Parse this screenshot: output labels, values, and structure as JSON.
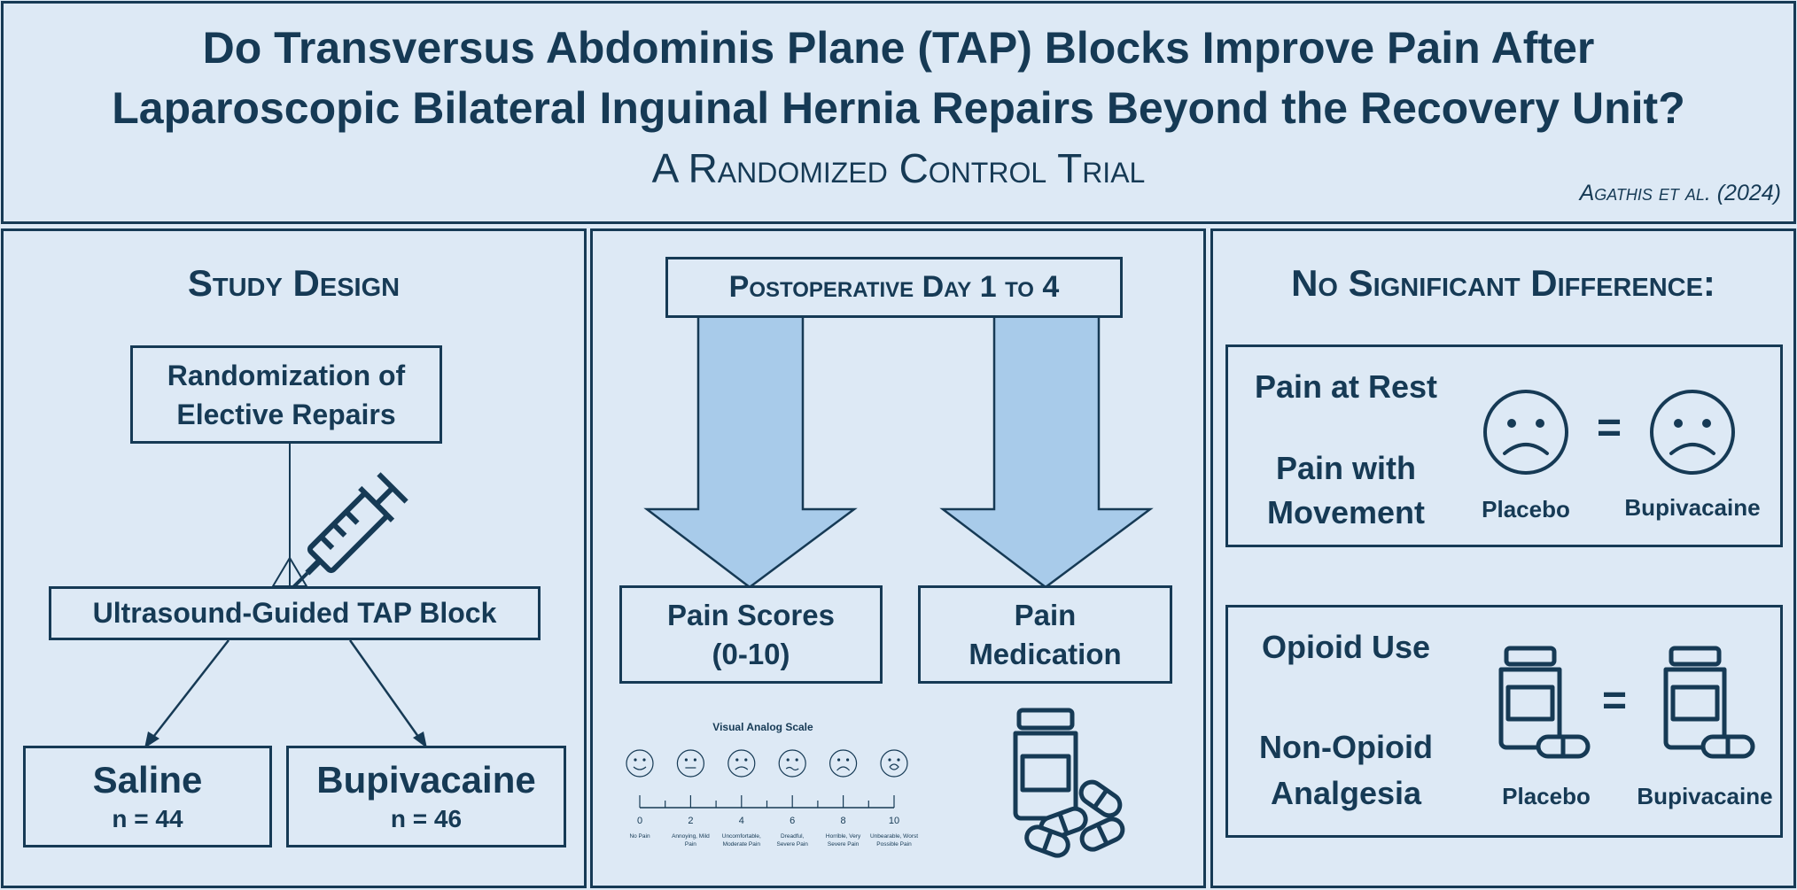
{
  "header": {
    "title_line1": "Do Transversus Abdominis Plane (TAP) Blocks Improve Pain After",
    "title_line2": "Laparoscopic Bilateral Inguinal Hernia Repairs Beyond the Recovery Unit?",
    "subtitle": "A Randomized Control Trial",
    "citation": "Agathis et al. (2024)"
  },
  "study_design": {
    "heading": "Study Design",
    "randomization_line1": "Randomization of",
    "randomization_line2": "Elective Repairs",
    "tap_block": "Ultrasound-Guided TAP Block",
    "arm1_name": "Saline",
    "arm1_n": "n = 44",
    "arm2_name": "Bupivacaine",
    "arm2_n": "n = 46"
  },
  "outcomes": {
    "heading": "Postoperative Day 1 to 4",
    "pain_scores_line1": "Pain Scores",
    "pain_scores_line2": "(0-10)",
    "pain_med_line1": "Pain",
    "pain_med_line2": "Medication",
    "vas_title": "Visual Analog Scale",
    "vas_ticks": [
      "0",
      "2",
      "4",
      "6",
      "8",
      "10"
    ],
    "vas_labels": [
      [
        "No Pain"
      ],
      [
        "Annoying, Mild",
        "Pain"
      ],
      [
        "Uncomfortable,",
        "Moderate Pain"
      ],
      [
        "Dreadful,",
        "Severe Pain"
      ],
      [
        "Horrible, Very",
        "Severe Pain"
      ],
      [
        "Unbearable, Worst",
        "Possible Pain"
      ]
    ]
  },
  "results": {
    "heading": "No Significant Difference:",
    "pain_rest": "Pain at Rest",
    "pain_move_line1": "Pain with",
    "pain_move_line2": "Movement",
    "opioid": "Opioid Use",
    "nonopioid_line1": "Non-Opioid",
    "nonopioid_line2": "Analgesia",
    "placebo": "Placebo",
    "bupivacaine": "Bupivacaine",
    "equals": "="
  },
  "colors": {
    "background": "#dde9f5",
    "ink": "#163a55",
    "arrow_fill": "#a8cbea"
  },
  "icons": [
    "syringe-icon",
    "sad-face-icon",
    "pill-bottle-icon",
    "pills-icon",
    "vas-face-icons"
  ]
}
